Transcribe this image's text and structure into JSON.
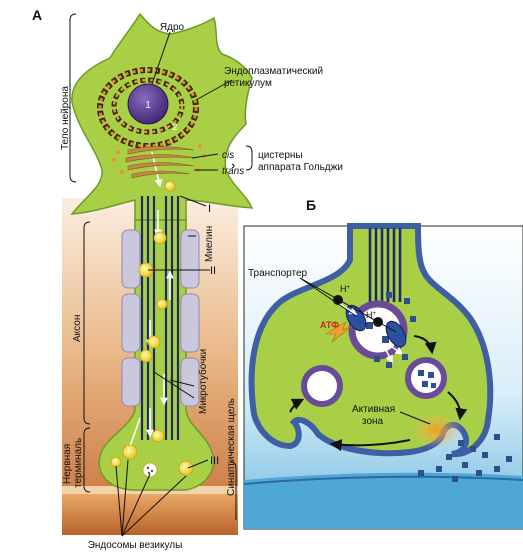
{
  "panels": {
    "a": "А",
    "b": "Б"
  },
  "labels": {
    "nucleus": "Ядро",
    "er_line1": "Эндоплазматический",
    "er_line2": "ретикулум",
    "golgi_cis": "cis",
    "golgi_trans": "trans",
    "golgi_line1": "цистерны",
    "golgi_line2": "аппарата Гольджи",
    "neuron_body": "Тело нейрона",
    "axon": "Аксон",
    "myelin": "Миелин",
    "microtubules": "Микротубочки",
    "nerve_terminal_line1": "Нервная",
    "nerve_terminal_line2": "терминаль",
    "synaptic_cleft": "Синаптическая щель",
    "endosomes_vesicles": "Эндосомы везикулы",
    "transporter": "Транспортер",
    "h_plus": "H",
    "h_plus_sup": "+",
    "atp": "АТФ",
    "active_zone_line1": "Активная",
    "active_zone_line2": "зона"
  },
  "markers": {
    "num1": "1",
    "num2": "2",
    "roman1": "I",
    "roman2": "II",
    "roman3": "III"
  },
  "colors": {
    "cell": "#a8cf45",
    "cell_outline": "#6f9a2a",
    "axon_bg_top": "#f6dfc7",
    "axon_bg_bottom": "#c97a3f",
    "nucleus": "#5b3a8e",
    "myelin": "#c9c7dc",
    "microtubule": "#1f2a6b",
    "vesicle": "#f2e23a",
    "cleft_blue": "#4fa7d8",
    "golgi": "#c4874a",
    "active_zone": "#f0a030"
  }
}
